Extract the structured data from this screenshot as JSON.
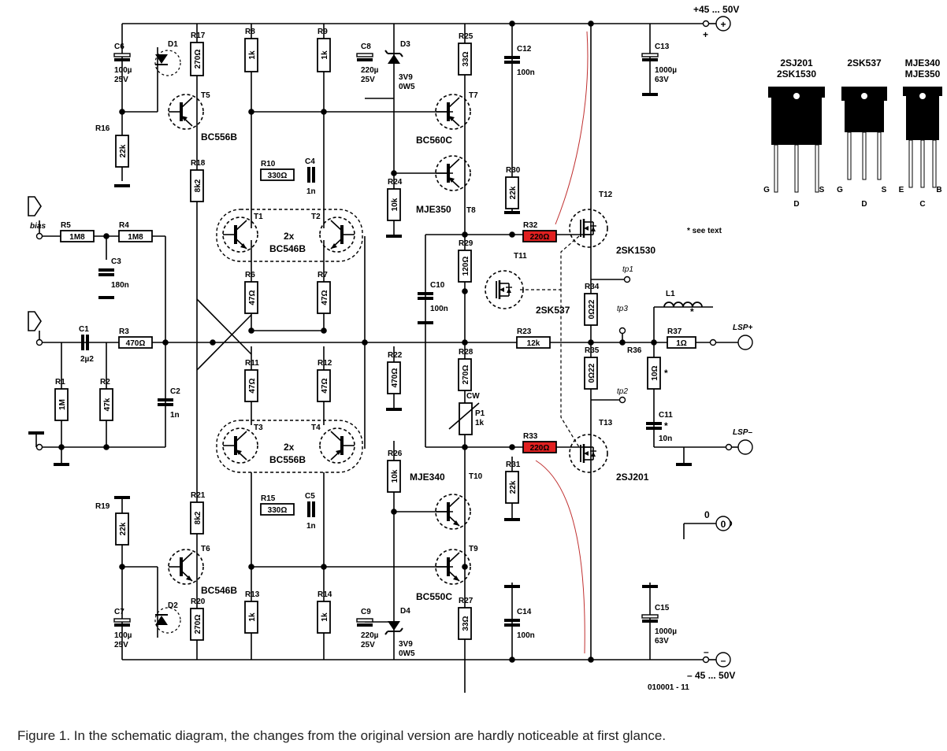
{
  "supply_pos": "+45 ... 50V",
  "supply_neg": "– 45 ... 50V",
  "drawing_no": "010001 - 11",
  "see_text": "see text",
  "caption": "Figure 1. In the schematic diagram, the changes from the original version are hardly noticeable at first glance.",
  "terminals": {
    "bias": "bias",
    "plus": "+",
    "minus": "–",
    "zero": "0",
    "lsp_pos": "LSP+",
    "lsp_neg": "LSP–",
    "tp1": "tp1",
    "tp2": "tp2",
    "tp3": "tp3"
  },
  "colors": {
    "highlight_fill": "#e02020",
    "annotation_line": "#c03030",
    "ink": "#000000"
  },
  "resistors": [
    {
      "name": "R17",
      "value": "270Ω"
    },
    {
      "name": "R8",
      "value": "1k"
    },
    {
      "name": "R9",
      "value": "1k"
    },
    {
      "name": "R25",
      "value": "33Ω"
    },
    {
      "name": "R16",
      "value": "22k"
    },
    {
      "name": "R18",
      "value": "8k2"
    },
    {
      "name": "R10",
      "value": "330Ω"
    },
    {
      "name": "R24",
      "value": "10k"
    },
    {
      "name": "R30",
      "value": "22k"
    },
    {
      "name": "R5",
      "value": "1M8"
    },
    {
      "name": "R4",
      "value": "1M8"
    },
    {
      "name": "R32",
      "value": "220Ω"
    },
    {
      "name": "R29",
      "value": "120Ω"
    },
    {
      "name": "R6",
      "value": "47Ω"
    },
    {
      "name": "R7",
      "value": "47Ω"
    },
    {
      "name": "R34",
      "value": "0Ω22"
    },
    {
      "name": "R3",
      "value": "470Ω"
    },
    {
      "name": "R23",
      "value": "12k"
    },
    {
      "name": "R37",
      "value": "1Ω"
    },
    {
      "name": "R11",
      "value": "47Ω"
    },
    {
      "name": "R12",
      "value": "47Ω"
    },
    {
      "name": "R22",
      "value": "470Ω"
    },
    {
      "name": "R28",
      "value": "270Ω"
    },
    {
      "name": "R35",
      "value": "0Ω22"
    },
    {
      "name": "R36",
      "value": "10Ω"
    },
    {
      "name": "R1",
      "value": "1M"
    },
    {
      "name": "R2",
      "value": "47k"
    },
    {
      "name": "R33",
      "value": "220Ω"
    },
    {
      "name": "R26",
      "value": "10k"
    },
    {
      "name": "R31",
      "value": "22k"
    },
    {
      "name": "R21",
      "value": "8k2"
    },
    {
      "name": "R15",
      "value": "330Ω"
    },
    {
      "name": "R19",
      "value": "22k"
    },
    {
      "name": "R20",
      "value": "270Ω"
    },
    {
      "name": "R13",
      "value": "1k"
    },
    {
      "name": "R14",
      "value": "1k"
    },
    {
      "name": "R27",
      "value": "33Ω"
    }
  ],
  "capacitors": [
    {
      "name": "C6",
      "value1": "100µ",
      "value2": "25V"
    },
    {
      "name": "C8",
      "value1": "220µ",
      "value2": "25V"
    },
    {
      "name": "C12",
      "value1": "100n",
      "value2": ""
    },
    {
      "name": "C13",
      "value1": "1000µ",
      "value2": "63V"
    },
    {
      "name": "C4",
      "value1": "1n",
      "value2": ""
    },
    {
      "name": "C3",
      "value1": "180n",
      "value2": ""
    },
    {
      "name": "C10",
      "value1": "100n",
      "value2": ""
    },
    {
      "name": "C1",
      "value1": "2µ2",
      "value2": ""
    },
    {
      "name": "C2",
      "value1": "1n",
      "value2": ""
    },
    {
      "name": "C11",
      "value1": "10n",
      "value2": ""
    },
    {
      "name": "C5",
      "value1": "1n",
      "value2": ""
    },
    {
      "name": "C7",
      "value1": "100µ",
      "value2": "25V"
    },
    {
      "name": "C9",
      "value1": "220µ",
      "value2": "25V"
    },
    {
      "name": "C14",
      "value1": "100n",
      "value2": ""
    },
    {
      "name": "C15",
      "value1": "1000µ",
      "value2": "63V"
    }
  ],
  "transistors": [
    {
      "name": "T5",
      "type": "BC556B"
    },
    {
      "name": "T7",
      "type": "BC560C"
    },
    {
      "name": "T8",
      "type": "MJE350"
    },
    {
      "name": "T1",
      "type": ""
    },
    {
      "name": "T2",
      "type": ""
    },
    {
      "name": "T1/T2",
      "type": "2x BC546B"
    },
    {
      "name": "T12",
      "type": "2SK1530"
    },
    {
      "name": "T11",
      "type": "2SK537"
    },
    {
      "name": "T3",
      "type": ""
    },
    {
      "name": "T4",
      "type": ""
    },
    {
      "name": "T3/T4",
      "type": "2x BC556B"
    },
    {
      "name": "T13",
      "type": "2SJ201"
    },
    {
      "name": "T10",
      "type": "MJE340"
    },
    {
      "name": "T6",
      "type": "BC546B"
    },
    {
      "name": "T9",
      "type": "BC550C"
    }
  ],
  "diodes": [
    {
      "name": "D1",
      "value1": "",
      "value2": ""
    },
    {
      "name": "D2",
      "value1": "",
      "value2": ""
    },
    {
      "name": "D3",
      "value1": "3V9",
      "value2": "0W5"
    },
    {
      "name": "D4",
      "value1": "3V9",
      "value2": "0W5"
    }
  ],
  "others": {
    "L1": "L1",
    "P1": "P1",
    "P1_value": "1k",
    "cw": "CW"
  },
  "packages": [
    {
      "title1": "2SJ201",
      "title2": "2SK1530",
      "pins": [
        "G",
        "D",
        "S"
      ]
    },
    {
      "title1": "2SK537",
      "title2": "",
      "pins": [
        "G",
        "D",
        "S"
      ]
    },
    {
      "title1": "MJE340",
      "title2": "MJE350",
      "pins": [
        "E",
        "C",
        "B"
      ]
    }
  ]
}
